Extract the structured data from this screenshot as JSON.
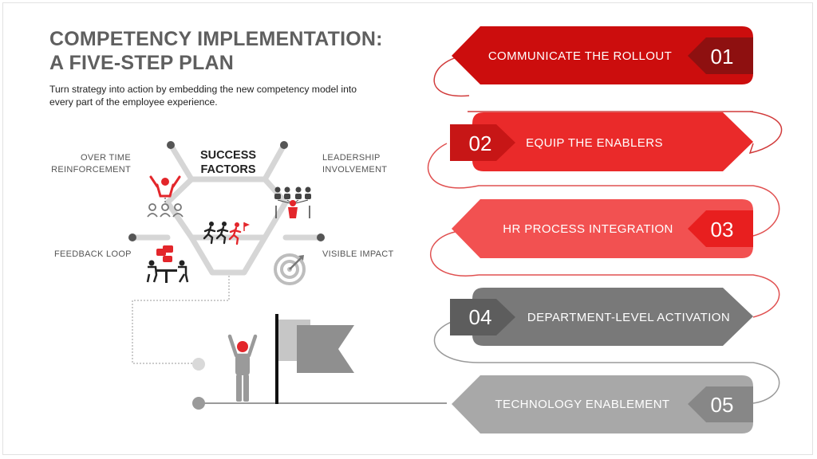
{
  "title": {
    "line1": "COMPETENCY IMPLEMENTATION:",
    "line2": "A FIVE-STEP PLAN"
  },
  "subtitle": "Turn strategy into action by embedding the new competency model into every part of the employee experience.",
  "success_factors": {
    "center_line1": "SUCCESS",
    "center_line2": "FACTORS",
    "over_time_line1": "OVER TIME",
    "over_time_line2": "REINFORCEMENT",
    "leadership_line1": "LEADERSHIP",
    "leadership_line2": "INVOLVEMENT",
    "feedback": "FEEDBACK LOOP",
    "impact": "VISIBLE IMPACT"
  },
  "steps": [
    {
      "number": "01",
      "label": "COMMUNICATE THE ROLLOUT",
      "color": "#cc0d0d",
      "badge_color": "#8e1010"
    },
    {
      "number": "02",
      "label": "EQUIP THE ENABLERS",
      "color": "#ea2a2a",
      "badge_color": "#c71616"
    },
    {
      "number": "03",
      "label": "HR PROCESS INTEGRATION",
      "color": "#f25151",
      "badge_color": "#e81f1f"
    },
    {
      "number": "04",
      "label": "DEPARTMENT-LEVEL ACTIVATION",
      "color": "#797979",
      "badge_color": "#5d5d5d"
    },
    {
      "number": "05",
      "label": "TECHNOLOGY ENABLEMENT",
      "color": "#a8a8a8",
      "badge_color": "#878787"
    }
  ],
  "icons": [
    "presenter-icon",
    "leadership-hierarchy-icon",
    "runners-icon",
    "meeting-icon",
    "target-icon",
    "person-raising-arms-icon",
    "flag-icon"
  ],
  "colors": {
    "accent_red": "#e3262b",
    "dark_red": "#8e1010",
    "gray": "#797979",
    "hex_outline": "#d6d6d6",
    "connector": "#e04040"
  }
}
